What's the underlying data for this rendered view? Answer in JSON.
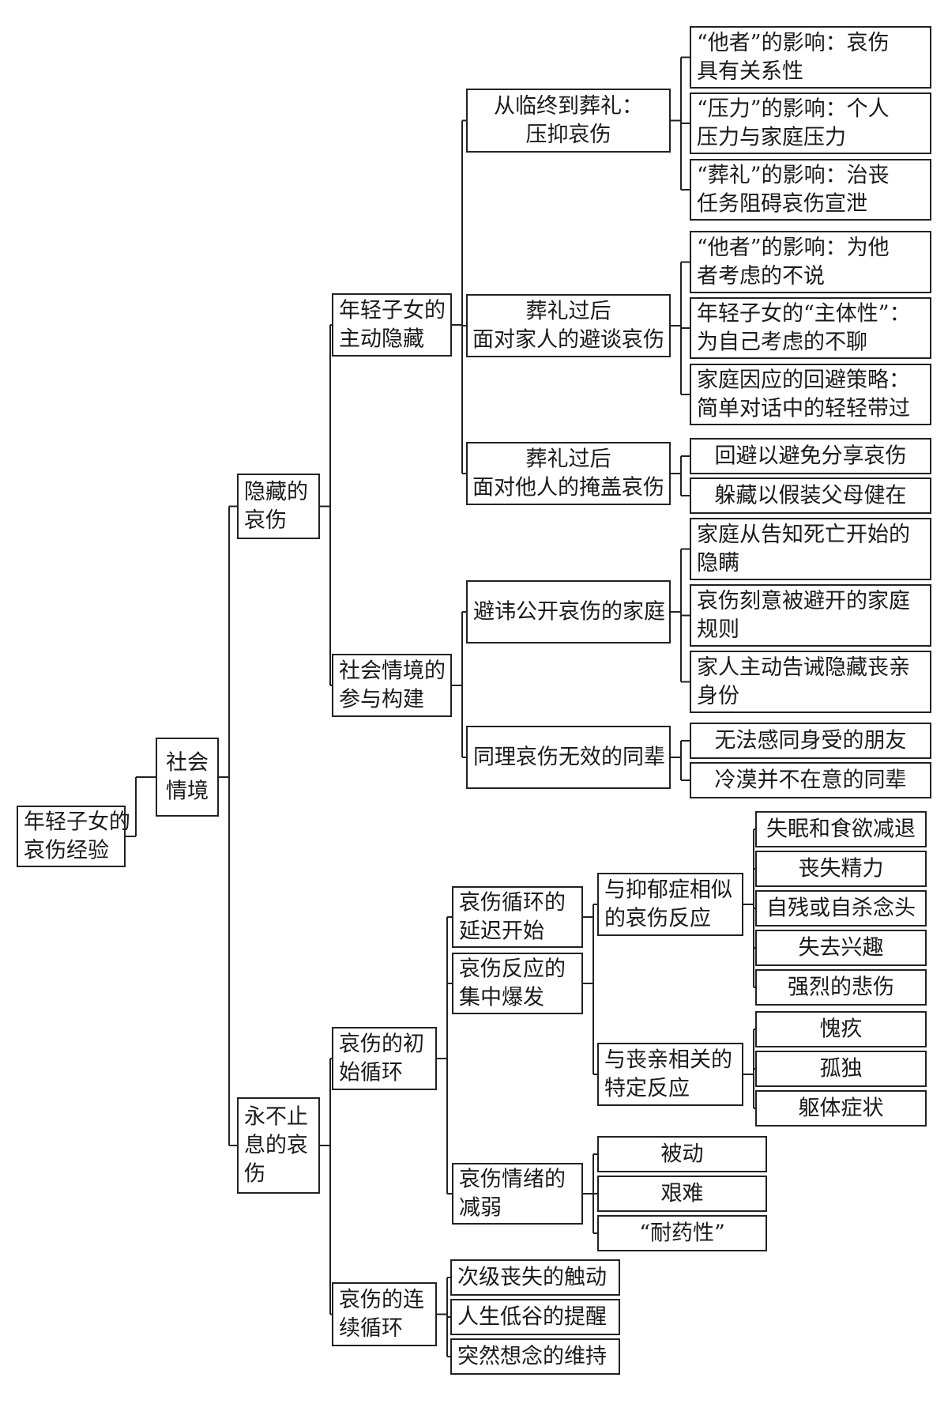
{
  "tree": {
    "id": "root",
    "lines": [
      "年轻子女的",
      "哀伤经验"
    ],
    "children": [
      {
        "id": "social",
        "lines": [
          "社会",
          "情境"
        ],
        "children": [
          {
            "id": "hidden",
            "lines": [
              "隐藏的",
              "哀伤"
            ],
            "children": [
              {
                "id": "hide-active",
                "lines": [
                  "年轻子女的",
                  "主动隐藏"
                ],
                "children": [
                  {
                    "id": "funeral",
                    "lines": [
                      "从临终到葬礼：",
                      "压抑哀伤"
                    ],
                    "children": [
                      {
                        "id": "f1",
                        "lines": [
                          "“他者”的影响：哀伤",
                          "具有关系性"
                        ]
                      },
                      {
                        "id": "f2",
                        "lines": [
                          "“压力”的影响：个人",
                          "压力与家庭压力"
                        ]
                      },
                      {
                        "id": "f3",
                        "lines": [
                          "“葬礼”的影响：治丧",
                          "任务阻碍哀伤宣泄"
                        ]
                      }
                    ]
                  },
                  {
                    "id": "family-avoid",
                    "lines": [
                      "葬礼过后",
                      "面对家人的避谈哀伤"
                    ],
                    "children": [
                      {
                        "id": "a1",
                        "lines": [
                          "“他者”的影响：为他",
                          "者考虑的不说"
                        ]
                      },
                      {
                        "id": "a2",
                        "lines": [
                          "年轻子女的“主体性”：",
                          "为自己考虑的不聊"
                        ]
                      },
                      {
                        "id": "a3",
                        "lines": [
                          "家庭因应的回避策略：",
                          "简单对话中的轻轻带过"
                        ]
                      }
                    ]
                  },
                  {
                    "id": "others-cover",
                    "lines": [
                      "葬礼过后",
                      "面对他人的掩盖哀伤"
                    ],
                    "children": [
                      {
                        "id": "c1",
                        "lines": [
                          "回避以避免分享哀伤"
                        ]
                      },
                      {
                        "id": "c2",
                        "lines": [
                          "躲藏以假装父母健在"
                        ]
                      }
                    ]
                  }
                ]
              },
              {
                "id": "social-build",
                "lines": [
                  "社会情境的",
                  "参与构建"
                ],
                "children": [
                  {
                    "id": "taboo-family",
                    "lines": [
                      "避讳公开哀伤的家庭"
                    ],
                    "children": [
                      {
                        "id": "t1",
                        "lines": [
                          "家庭从告知死亡开始的",
                          "隐瞒"
                        ]
                      },
                      {
                        "id": "t2",
                        "lines": [
                          "哀伤刻意被避开的家庭",
                          "规则"
                        ]
                      },
                      {
                        "id": "t3",
                        "lines": [
                          "家人主动告诫隐藏丧亲",
                          "身份"
                        ]
                      }
                    ]
                  },
                  {
                    "id": "peers",
                    "lines": [
                      "同理哀伤无效的同辈"
                    ],
                    "children": [
                      {
                        "id": "p1",
                        "lines": [
                          "无法感同身受的朋友"
                        ]
                      },
                      {
                        "id": "p2",
                        "lines": [
                          "冷漠并不在意的同辈"
                        ]
                      }
                    ]
                  }
                ]
              }
            ]
          },
          {
            "id": "endless",
            "lines": [
              "永不止",
              "息的哀",
              "伤"
            ],
            "children": [
              {
                "id": "initial",
                "lines": [
                  "哀伤的初",
                  "始循环"
                ],
                "children": [
                  {
                    "id": "cycle-group",
                    "group": true,
                    "members": [
                      {
                        "id": "delay",
                        "lines": [
                          "哀伤循环的",
                          "延迟开始"
                        ]
                      },
                      {
                        "id": "burst",
                        "lines": [
                          "哀伤反应的",
                          "集中爆发"
                        ]
                      }
                    ],
                    "children": [
                      {
                        "id": "depress",
                        "lines": [
                          "与抑郁症相似",
                          "的哀伤反应"
                        ],
                        "children": [
                          {
                            "id": "d1",
                            "lines": [
                              "失眠和食欲减退"
                            ]
                          },
                          {
                            "id": "d2",
                            "lines": [
                              "丧失精力"
                            ]
                          },
                          {
                            "id": "d3",
                            "lines": [
                              "自残或自杀念头"
                            ]
                          },
                          {
                            "id": "d4",
                            "lines": [
                              "失去兴趣"
                            ]
                          },
                          {
                            "id": "d5",
                            "lines": [
                              "强烈的悲伤"
                            ]
                          }
                        ]
                      },
                      {
                        "id": "specific",
                        "lines": [
                          "与丧亲相关的",
                          "特定反应"
                        ],
                        "children": [
                          {
                            "id": "s1",
                            "lines": [
                              "愧疚"
                            ]
                          },
                          {
                            "id": "s2",
                            "lines": [
                              "孤独"
                            ]
                          },
                          {
                            "id": "s3",
                            "lines": [
                              "躯体症状"
                            ]
                          }
                        ]
                      }
                    ]
                  },
                  {
                    "id": "weaken",
                    "lines": [
                      "哀伤情绪的",
                      "减弱"
                    ],
                    "children": [
                      {
                        "id": "w1",
                        "lines": [
                          "被动"
                        ]
                      },
                      {
                        "id": "w2",
                        "lines": [
                          "艰难"
                        ]
                      },
                      {
                        "id": "w3",
                        "lines": [
                          "“耐药性”"
                        ]
                      }
                    ]
                  }
                ]
              },
              {
                "id": "continuous",
                "lines": [
                  "哀伤的连",
                  "续循环"
                ],
                "children": [
                  {
                    "id": "k1",
                    "lines": [
                      "次级丧失的触动"
                    ]
                  },
                  {
                    "id": "k2",
                    "lines": [
                      "人生低谷的提醒"
                    ]
                  },
                  {
                    "id": "k3",
                    "lines": [
                      "突然想念的维持"
                    ]
                  }
                ]
              }
            ]
          }
        ]
      }
    ]
  }
}
